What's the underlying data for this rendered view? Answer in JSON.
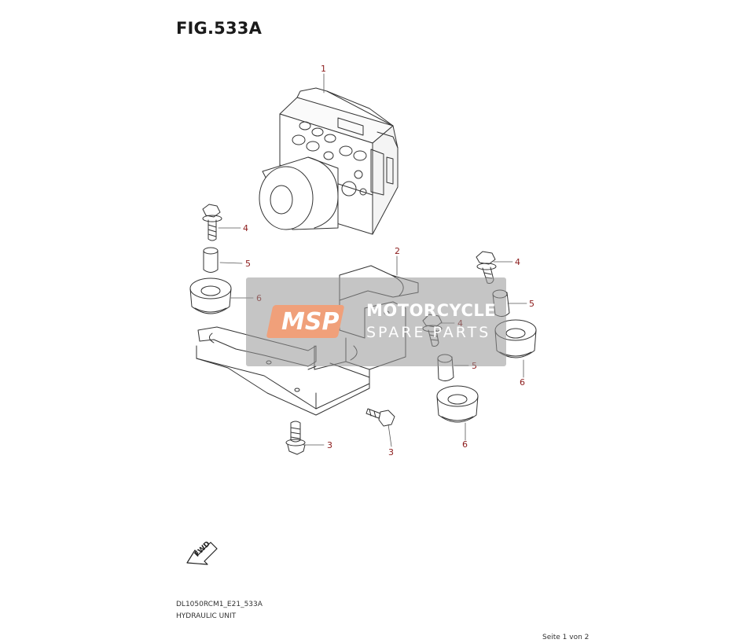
{
  "figure": {
    "title": "FIG.533A",
    "code": "DL1050RCM1_E21_533A",
    "caption": "HYDRAULIC UNIT",
    "page": "Seite 1 von 2"
  },
  "callouts": [
    "1",
    "2",
    "3",
    "3",
    "4",
    "4",
    "4",
    "5",
    "5",
    "5",
    "6",
    "6",
    "6"
  ],
  "fwd_label": "FWD",
  "watermark": {
    "logo": "MSP",
    "line1": "MOTORCYCLE",
    "line2": "SPARE PARTS"
  },
  "colors": {
    "callout": "#8b1a1a",
    "line": "#333333",
    "watermark_logo": "#f0a07a"
  }
}
